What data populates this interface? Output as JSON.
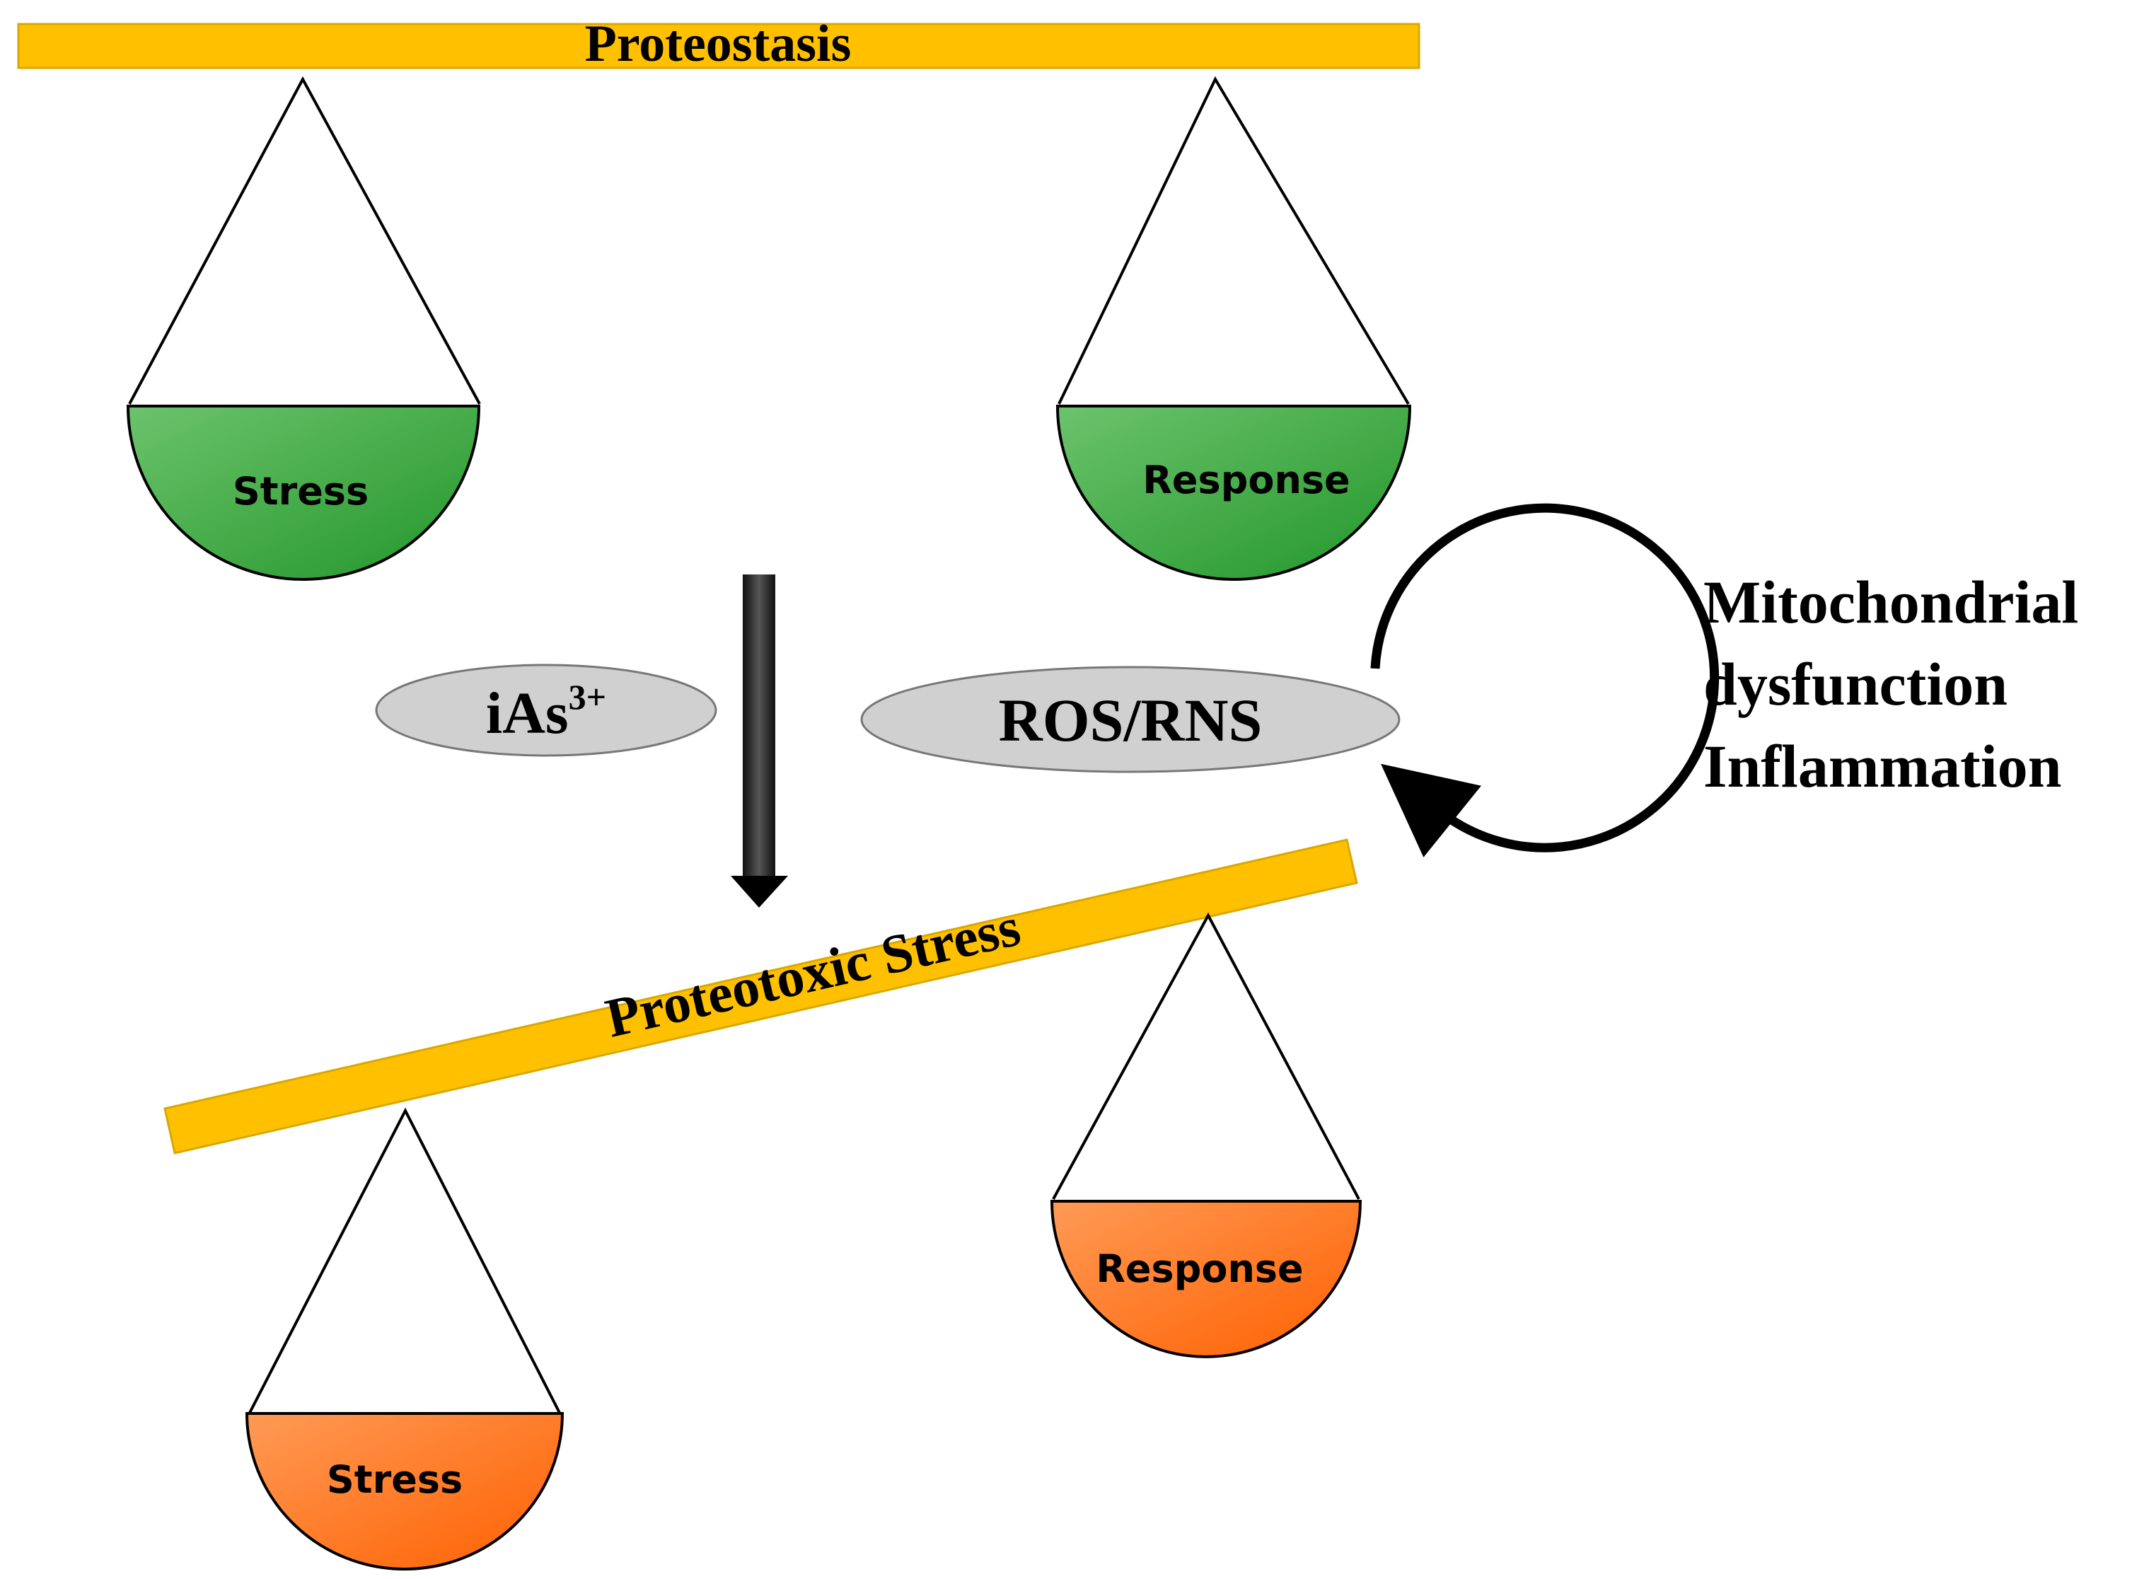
{
  "top_balance": {
    "beam_label": "Proteostasis",
    "left_pan_label": "Stress",
    "right_pan_label": "Response"
  },
  "inducers": {
    "arsenic_label": "iAs",
    "arsenic_superscript": "3+",
    "ros_label": "ROS/RNS"
  },
  "feedback": {
    "lines": [
      "Mitochondrial",
      "dysfunction",
      "Inflammation"
    ]
  },
  "bottom_balance": {
    "beam_label": "Proteotoxic Stress",
    "left_pan_label": "Stress",
    "right_pan_label": "Response"
  },
  "colors": {
    "beam": "#FFC000",
    "beam_edge": "#C9A000",
    "pan_green": "#2FA12F",
    "pan_green_light": "#6CC36C",
    "pan_orange": "#FF6A0E",
    "pan_orange_light": "#FF9A55",
    "ellipse_fill": "#D0D0D0",
    "ink": "#000000"
  }
}
